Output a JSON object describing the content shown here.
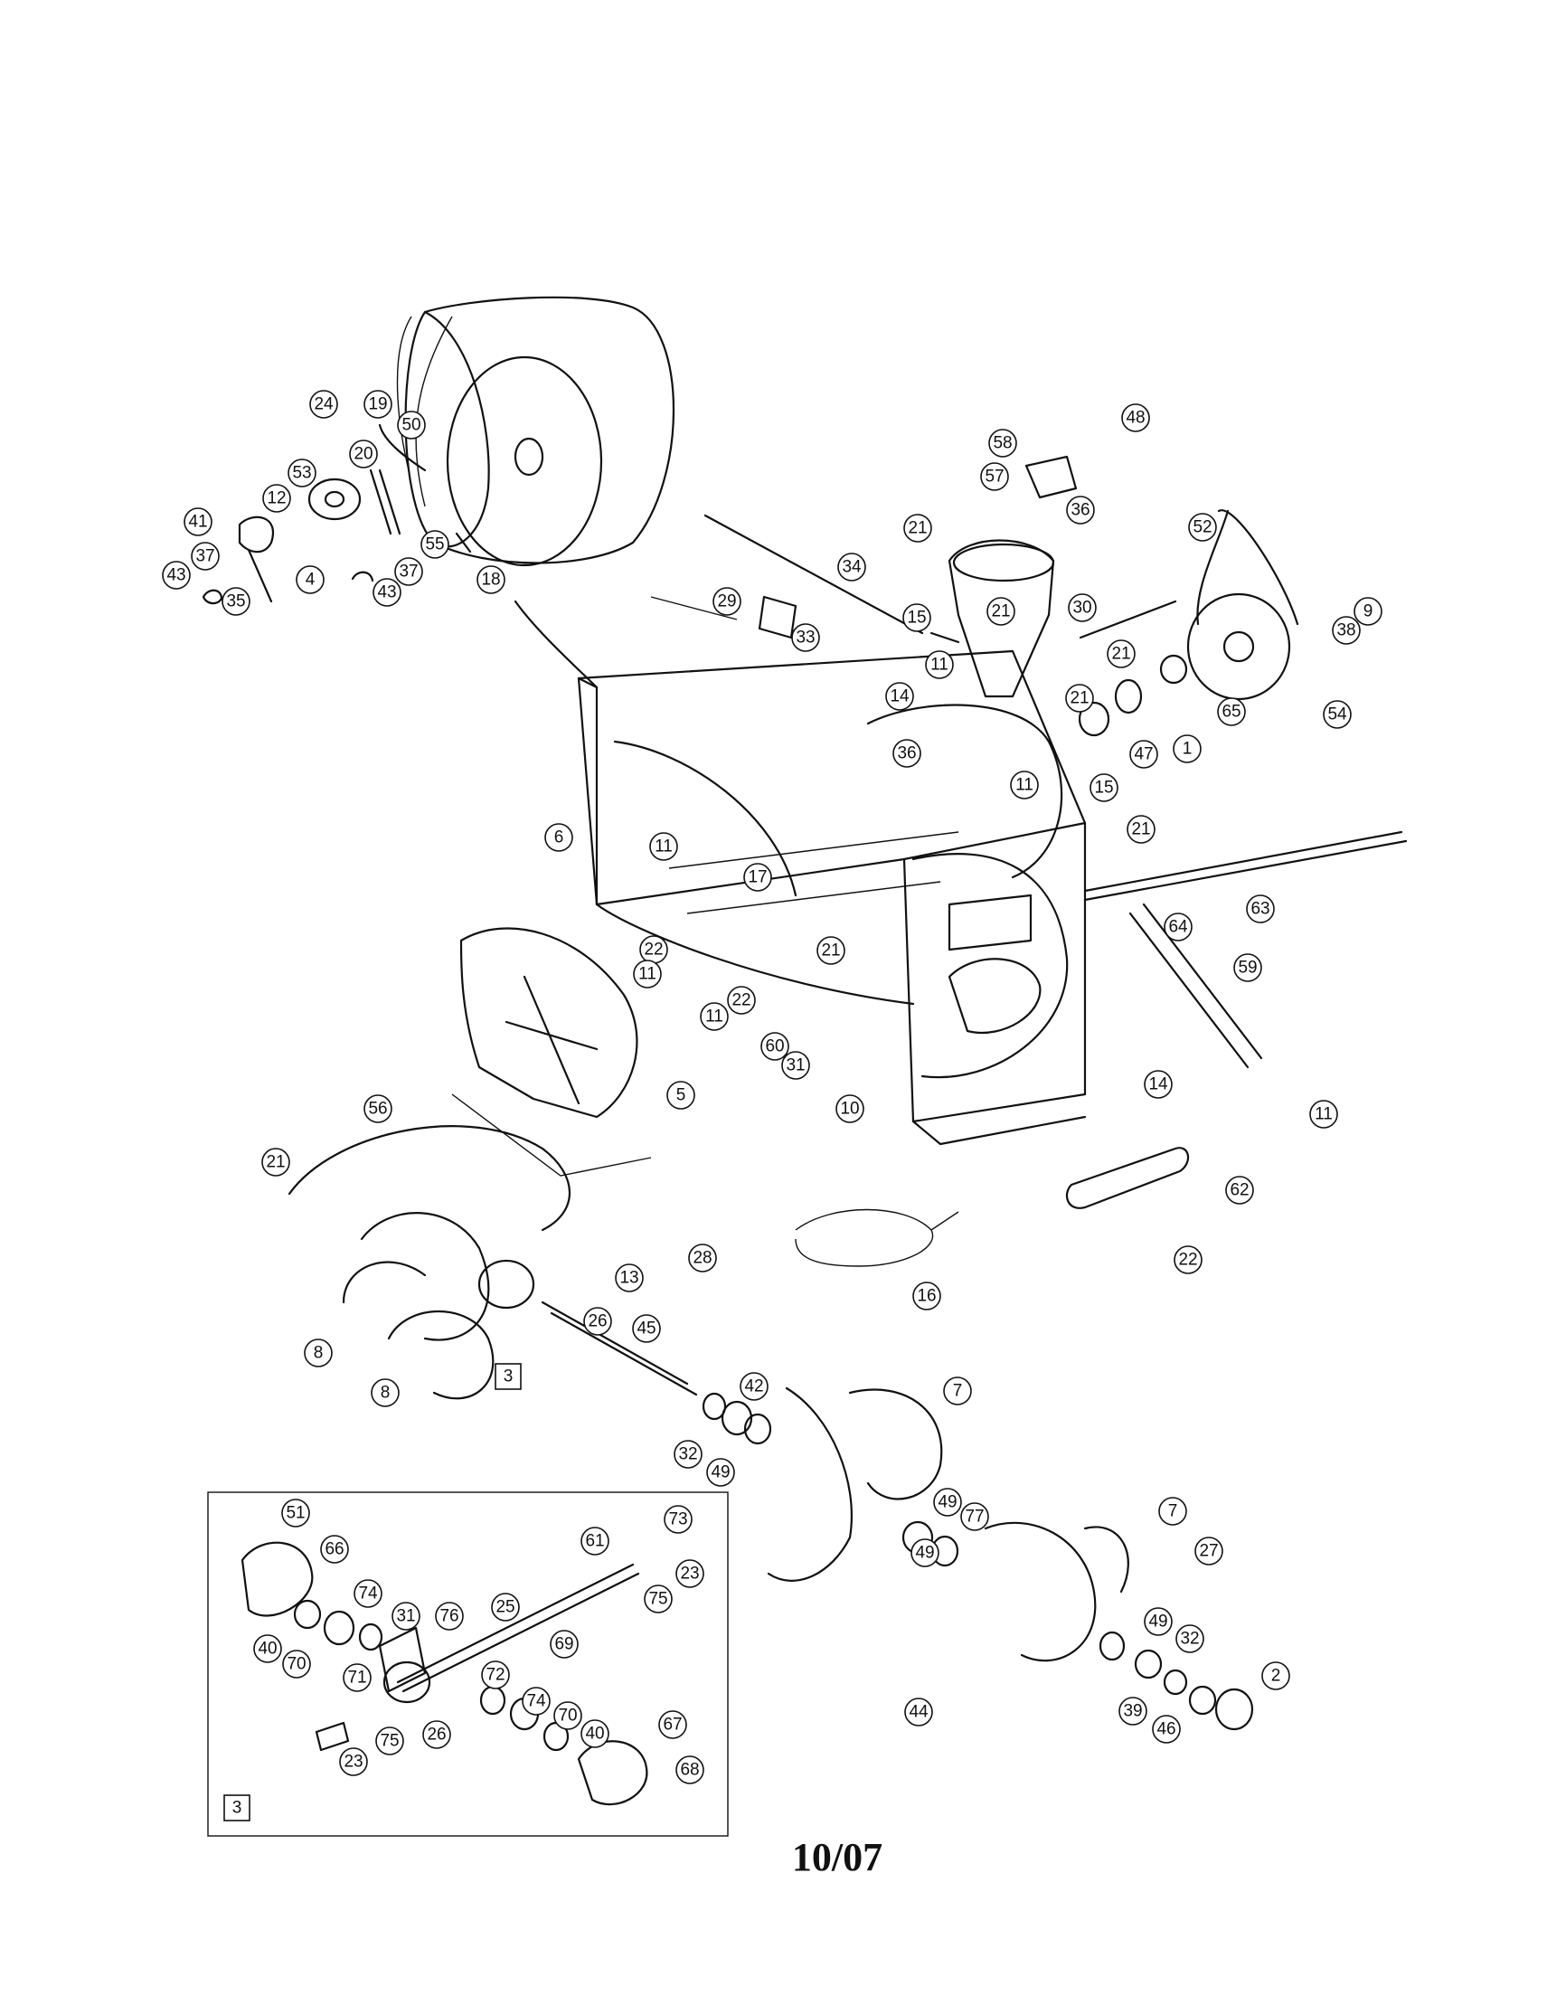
{
  "date_code": "10/07",
  "inset_label": "3",
  "callout_box_label": "3",
  "callouts": [
    "24",
    "19",
    "50",
    "20",
    "53",
    "12",
    "41",
    "37",
    "4",
    "43",
    "35",
    "55",
    "37",
    "43",
    "18",
    "58",
    "48",
    "57",
    "36",
    "21",
    "34",
    "15",
    "21",
    "30",
    "52",
    "9",
    "38",
    "29",
    "33",
    "11",
    "21",
    "14",
    "36",
    "21",
    "65",
    "47",
    "1",
    "54",
    "11",
    "15",
    "21",
    "63",
    "6",
    "11",
    "17",
    "22",
    "11",
    "21",
    "11",
    "22",
    "60",
    "31",
    "64",
    "59",
    "14",
    "11",
    "10",
    "5",
    "56",
    "21",
    "62",
    "22",
    "28",
    "13",
    "16",
    "26",
    "45",
    "8",
    "8",
    "42",
    "32",
    "49",
    "7",
    "49",
    "77",
    "49",
    "7",
    "27",
    "49",
    "32",
    "39",
    "46",
    "2",
    "44",
    "51",
    "66",
    "73",
    "61",
    "23",
    "75",
    "74",
    "31",
    "76",
    "25",
    "40",
    "70",
    "71",
    "72",
    "69",
    "74",
    "70",
    "40",
    "67",
    "26",
    "75",
    "23",
    "68"
  ]
}
